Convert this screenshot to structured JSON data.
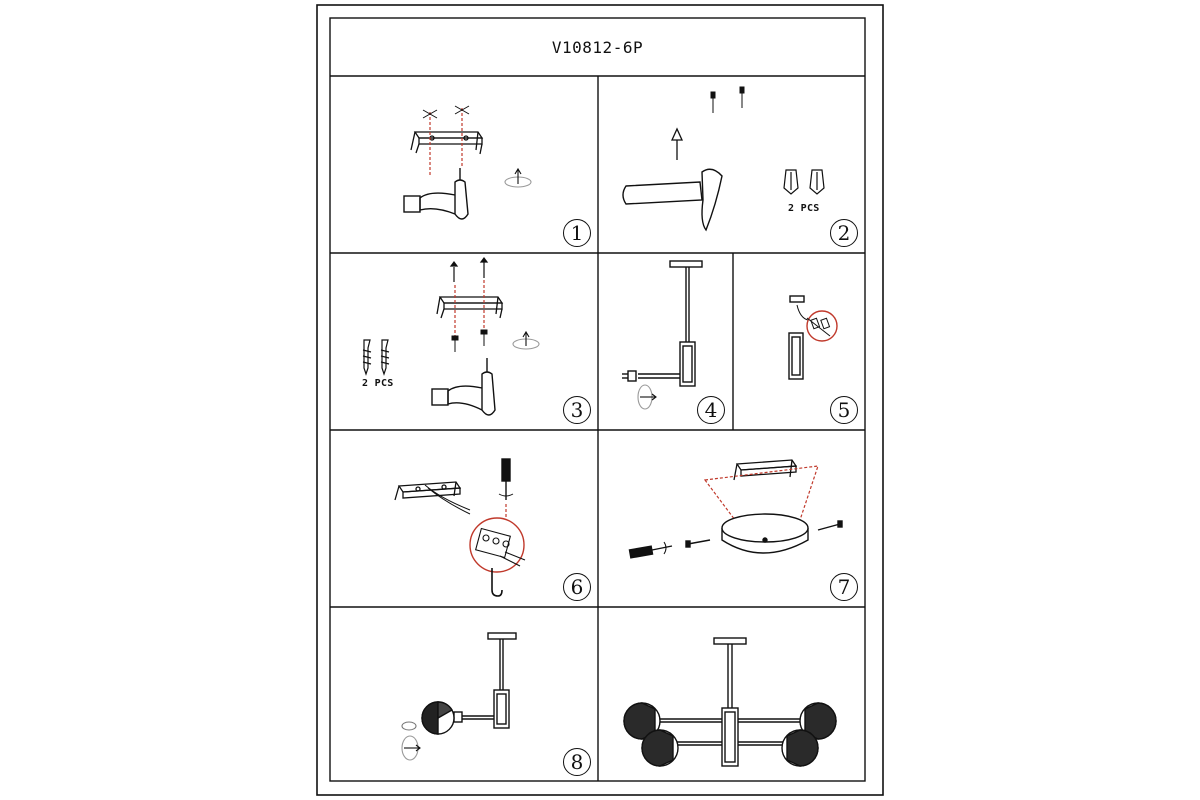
{
  "document": {
    "model": "V10812-6P"
  },
  "steps": [
    {
      "number": "1",
      "icons": [
        "drill-icon",
        "mounting-bracket-icon",
        "screw-icon"
      ]
    },
    {
      "number": "2",
      "icons": [
        "hammer-icon",
        "screw-icon",
        "wall-anchor-icon"
      ],
      "quantity_label": "2 PCS"
    },
    {
      "number": "3",
      "icons": [
        "drill-icon",
        "mounting-bracket-icon",
        "screw-icon"
      ],
      "quantity_label": "2 PCS"
    },
    {
      "number": "4",
      "icons": [
        "canopy-icon",
        "downrod-icon",
        "arm-icon",
        "plug-icon"
      ]
    },
    {
      "number": "5",
      "icons": [
        "wire-connector-icon",
        "body-icon"
      ]
    },
    {
      "number": "6",
      "icons": [
        "mounting-bracket-icon",
        "screwdriver-icon",
        "terminal-block-icon",
        "hook-icon"
      ]
    },
    {
      "number": "7",
      "icons": [
        "mounting-bracket-icon",
        "canopy-icon",
        "screwdriver-icon",
        "screw-icon"
      ]
    },
    {
      "number": "8",
      "icons": [
        "globe-shade-icon",
        "bulb-icon",
        "downrod-icon"
      ]
    },
    {
      "number": "",
      "icons": [
        "chandelier-final-icon"
      ]
    }
  ],
  "colors": {
    "line": "#111111",
    "guide": "#c0392b"
  }
}
